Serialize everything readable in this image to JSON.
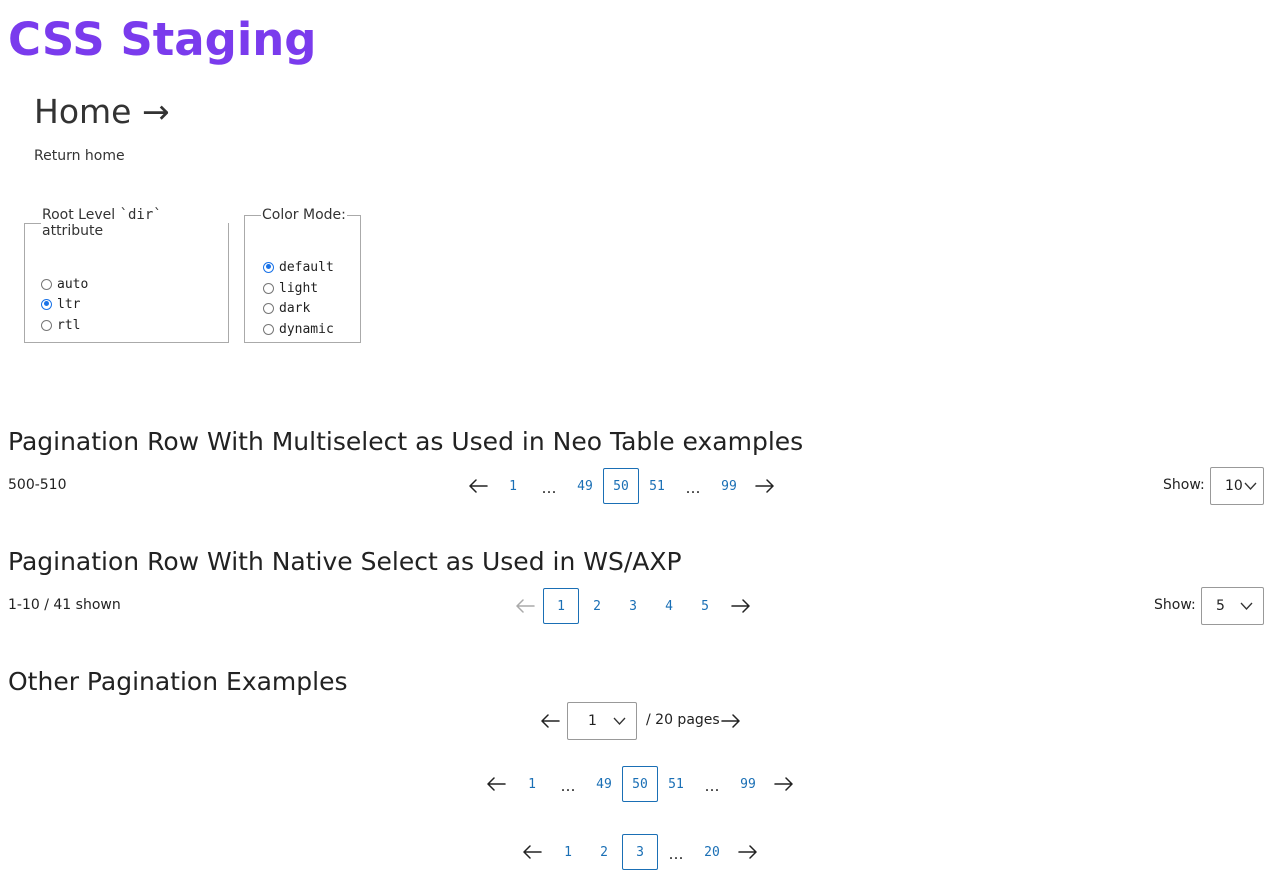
{
  "site": {
    "title": "CSS Staging"
  },
  "breadcrumb": {
    "title": "Home →",
    "return_link": "Return home"
  },
  "dir_control": {
    "legend_prefix": "Root Level ",
    "legend_code": "`dir`",
    "legend_suffix": " attribute",
    "options": [
      "auto",
      "ltr",
      "rtl"
    ],
    "selected": "ltr"
  },
  "color_mode": {
    "legend": "Color Mode:",
    "options": [
      "default",
      "light",
      "dark",
      "dynamic"
    ],
    "selected": "default"
  },
  "section1": {
    "heading": "Pagination Row With Multiselect as Used in Neo Table examples",
    "range_text": "500-510",
    "pages": [
      "1",
      "…",
      "49",
      "50",
      "51",
      "…",
      "99"
    ],
    "current_page": "50",
    "show_label": "Show:",
    "show_value": "10"
  },
  "section2": {
    "heading": "Pagination Row With Native Select as Used in WS/AXP",
    "range_text": "1-10 / 41 shown",
    "pages": [
      "1",
      "2",
      "3",
      "4",
      "5"
    ],
    "current_page": "1",
    "show_label": "Show:",
    "show_value": "5"
  },
  "section3": {
    "heading": "Other Pagination Examples",
    "page_select_value": "1",
    "pages_total_text": "/ 20 pages",
    "row2_pages": [
      "1",
      "…",
      "49",
      "50",
      "51",
      "…",
      "99"
    ],
    "row2_current": "50",
    "row3_pages": [
      "1",
      "2",
      "3",
      "…",
      "20"
    ],
    "row3_current": "3"
  },
  "colors": {
    "brand": "#7a3bed",
    "link": "#1a6fb5",
    "radio_accent": "#1a73e8"
  },
  "icons": {
    "prev": "arrow-left-icon",
    "next": "arrow-right-icon",
    "dropdown": "chevron-down-icon"
  }
}
